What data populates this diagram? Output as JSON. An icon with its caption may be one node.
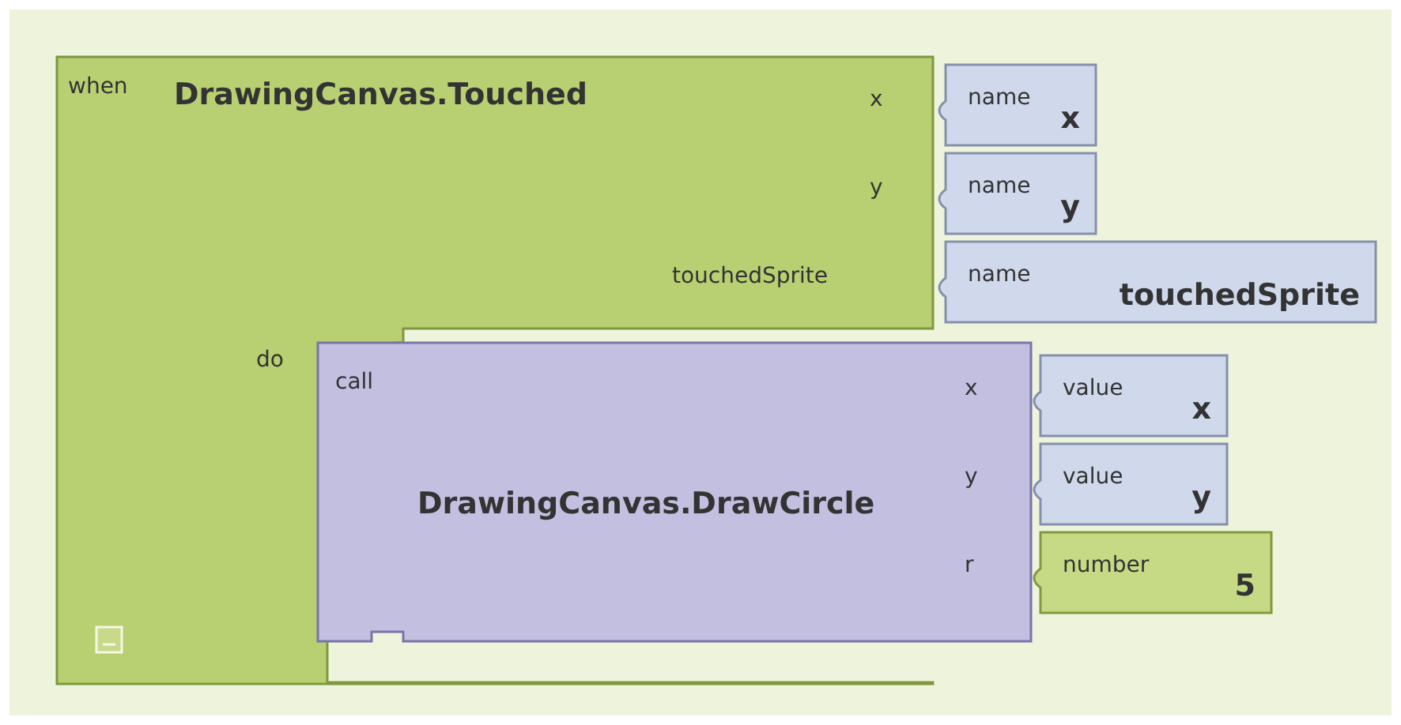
{
  "diagram": {
    "nodes": [
      {
        "text": [
          "when",
          "DrawingCanvas.Touched",
          "x",
          "y",
          "touchedSprite",
          "do"
        ]
      },
      {
        "text": [
          "name",
          "x"
        ]
      },
      {
        "text": [
          "name",
          "y"
        ]
      },
      {
        "text": [
          "name",
          "touchedSprite"
        ]
      },
      {
        "text": [
          "call",
          "DrawingCanvas.DrawCircle",
          "x",
          "y",
          "r"
        ]
      },
      {
        "text": [
          "value",
          "x"
        ]
      },
      {
        "text": [
          "value",
          "y"
        ]
      },
      {
        "text": [
          "number",
          "5"
        ]
      }
    ]
  }
}
